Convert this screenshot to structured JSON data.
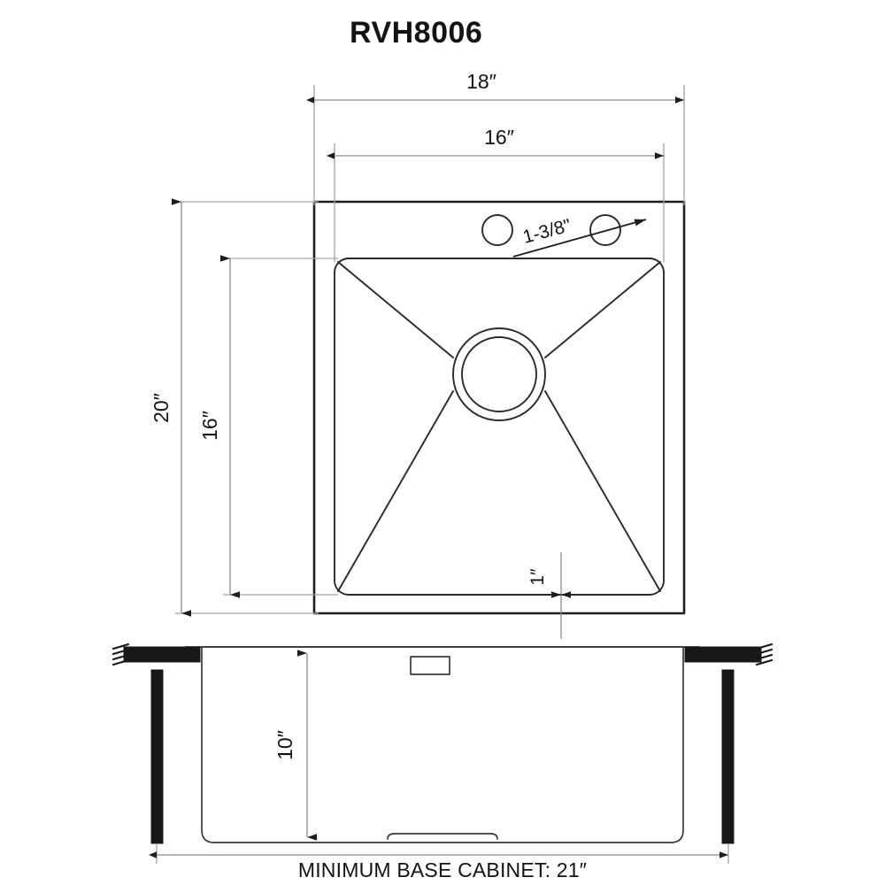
{
  "title": "RVH8006",
  "views": {
    "top": {
      "name": "top-view",
      "faucet_holes": 2,
      "drain": "center-drain"
    },
    "front": {
      "name": "front-elevation-view",
      "overflow": "overflow-plate",
      "drain_tab": "drain-outlet"
    }
  },
  "dimensions": {
    "overall_width": "18″",
    "basin_width": "16″",
    "overall_depth": "20″",
    "basin_depth": "16″",
    "hole_diameter": "1-3/8\"",
    "rim_offset": "1″",
    "bowl_depth": "10″"
  },
  "footer": {
    "cabinet_note": "MINIMUM BASE CABINET: 21″"
  },
  "colors": {
    "object_line": "#1d1d1d",
    "dimension_line": "#8a8a8a",
    "solid_fill": "#181818",
    "background": "#ffffff"
  }
}
